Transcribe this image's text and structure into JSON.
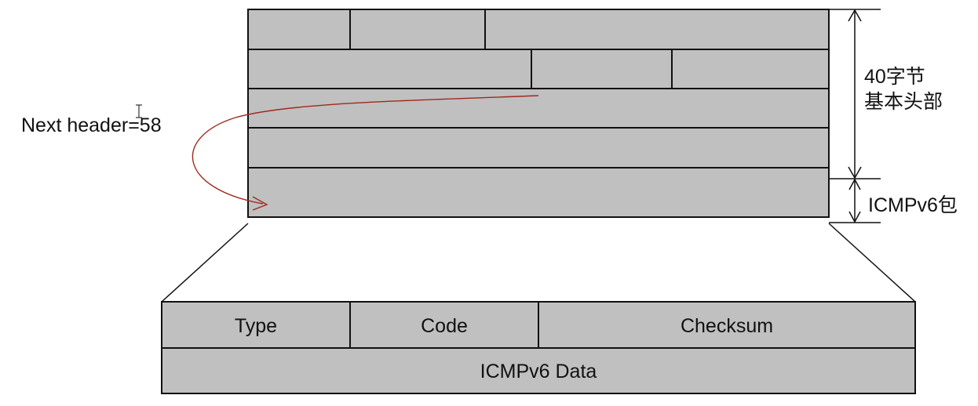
{
  "labels": {
    "next_header": "Next header=58",
    "header_size_line1": "40字节",
    "header_size_line2": "基本头部",
    "icmp_packet": "ICMPv6包"
  },
  "icmp_fields": {
    "type": "Type",
    "code": "Code",
    "checksum": "Checksum",
    "data": "ICMPv6 Data"
  },
  "colors": {
    "cell_fill": "#c0c0c0",
    "line": "#111111",
    "arrow": "#a0281e"
  }
}
